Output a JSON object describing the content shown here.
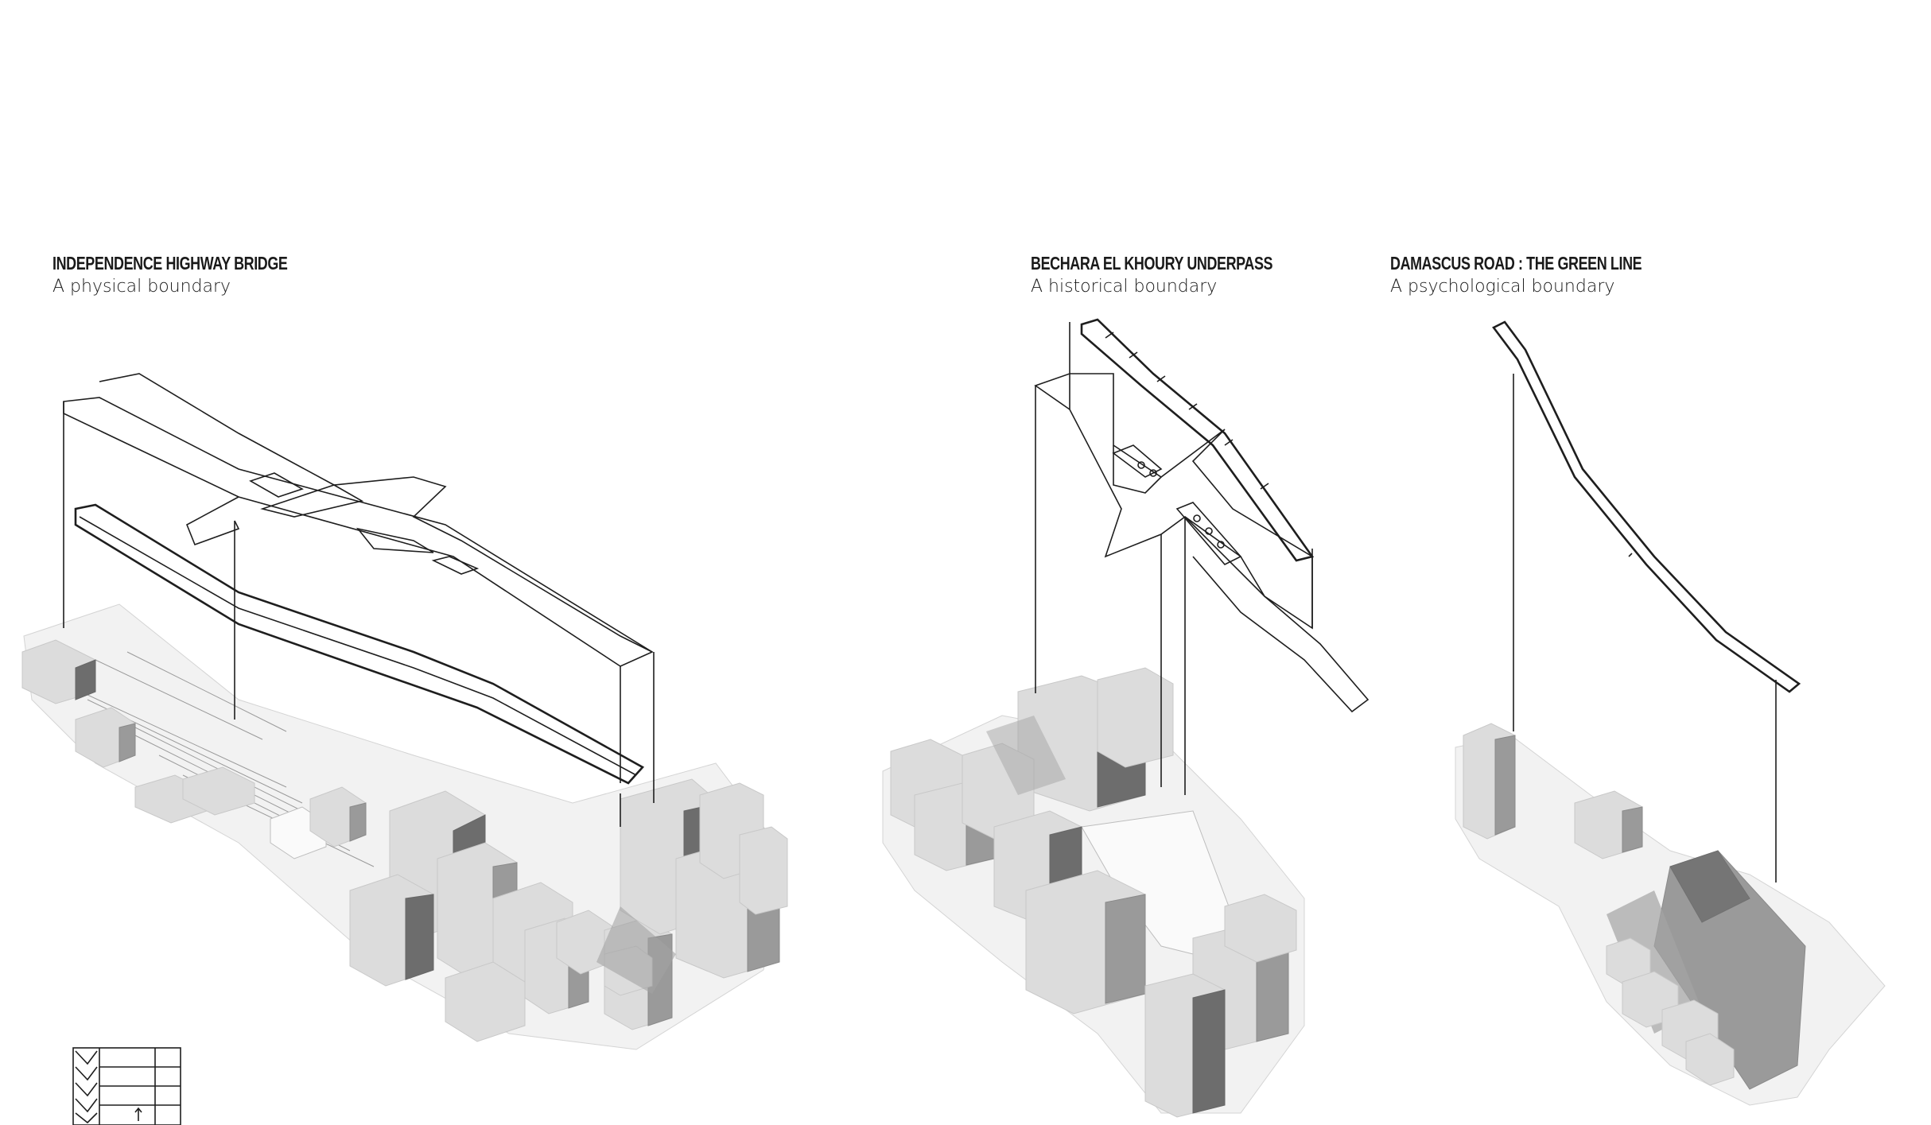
{
  "sections": [
    {
      "id": "independence",
      "title": "INDEPENDENCE HIGHWAY BRIDGE",
      "subtitle": "A physical boundary"
    },
    {
      "id": "bechara",
      "title": "BECHARA EL KHOURY UNDERPASS",
      "subtitle": "A historical boundary"
    },
    {
      "id": "damascus",
      "title": "DAMASCUS ROAD : THE GREEN LINE",
      "subtitle": "A psychological boundary"
    }
  ],
  "legend_icon": "north-arrow-key-icon"
}
